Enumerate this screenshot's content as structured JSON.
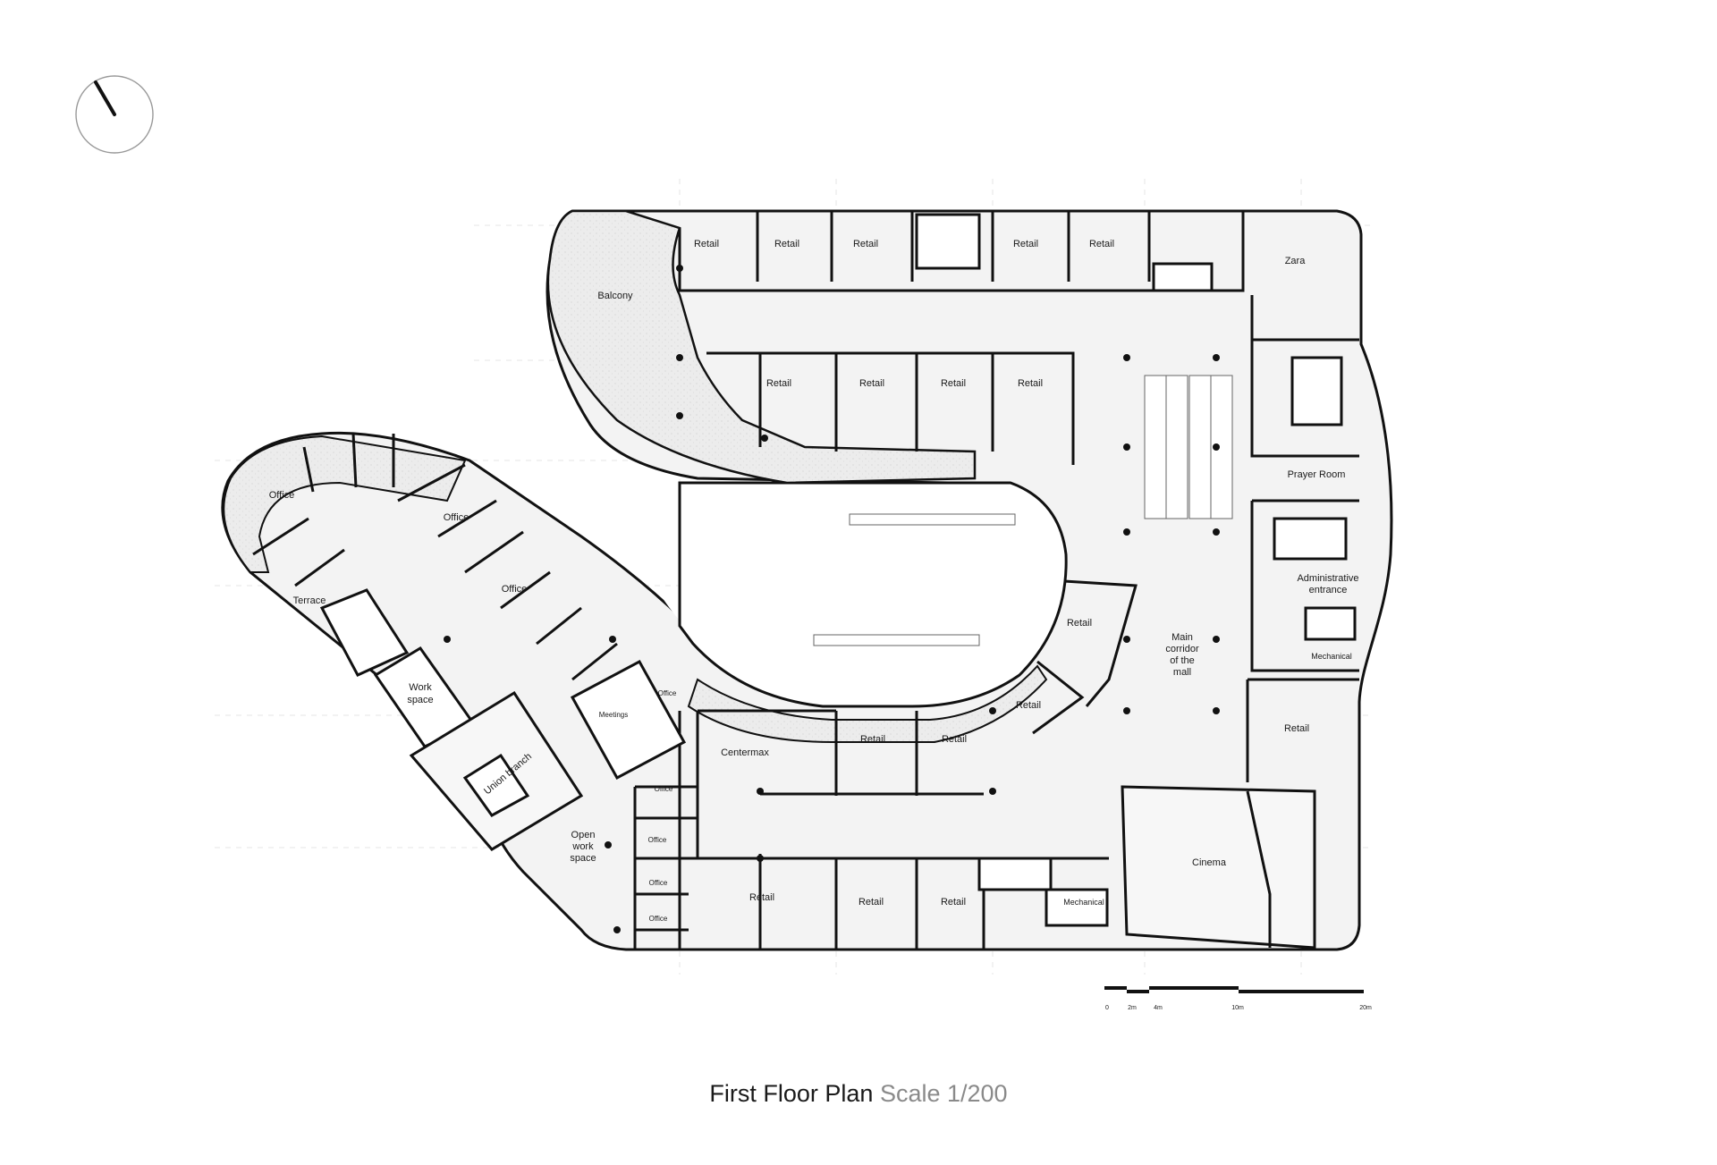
{
  "rooms": {
    "retail_top_1": "Retail",
    "retail_top_2": "Retail",
    "retail_top_3": "Retail",
    "retail_top_4": "Retail",
    "retail_top_5": "Retail",
    "zara": "Zara",
    "balcony": "Balcony",
    "retail_mid_1": "Retail",
    "retail_mid_2": "Retail",
    "retail_mid_3": "Retail",
    "retail_mid_4": "Retail",
    "prayer_room": "Prayer Room",
    "office_1": "Office",
    "office_2": "Office",
    "office_3": "Office",
    "office_4": "Office",
    "office_5": "Office",
    "office_6": "Office",
    "office_7": "Office",
    "office_8": "Office",
    "terrace": "Terrace",
    "admin_entrance_1": "Administrative",
    "admin_entrance_2": "entrance",
    "mechanical_1": "Mechanical",
    "mechanical_2": "Mechanical",
    "retail_curve": "Retail",
    "main_corridor_1": "Main",
    "main_corridor_2": "corridor",
    "main_corridor_3": "of the",
    "main_corridor_4": "mall",
    "work_space_1": "Work",
    "work_space_2": "space",
    "meetings": "Meetings",
    "retail_curve_2": "Retail",
    "retail_right": "Retail",
    "centermax": "Centermax",
    "retail_low_1": "Retail",
    "retail_low_2": "Retail",
    "union_branch": "Union branch",
    "open_work_1": "Open",
    "open_work_2": "work",
    "open_work_3": "space",
    "cinema": "Cinema",
    "retail_bottom_1": "Retail",
    "retail_bottom_2": "Retail",
    "retail_bottom_3": "Retail"
  },
  "scale_bar": {
    "ticks": [
      "0",
      "2m",
      "4m",
      "10m",
      "20m"
    ]
  },
  "title": {
    "main": "First Floor Plan",
    "scale": "Scale 1/200"
  }
}
